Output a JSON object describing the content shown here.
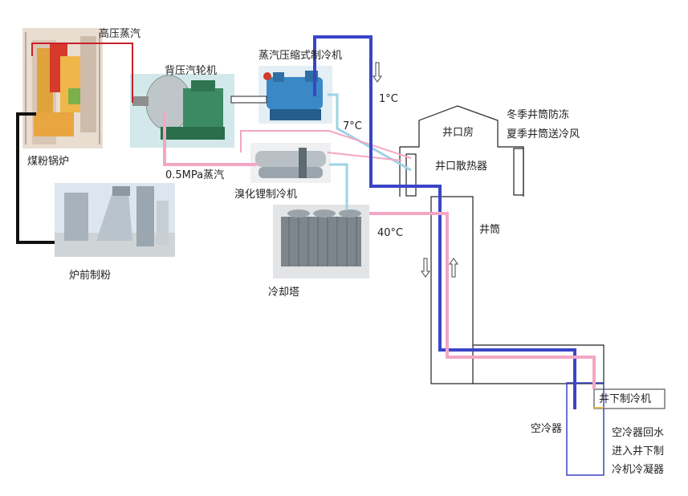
{
  "labels": {
    "high_pressure_steam": "高压蒸汽",
    "coal_boiler": "煤粉锅炉",
    "pulverizing": "炉前制粉",
    "backpressure_turbine": "背压汽轮机",
    "vapor_compression_chiller": "蒸汽压缩式制冷机",
    "steam_05mpa": "0.5MPa蒸汽",
    "libr_chiller": "溴化锂制冷机",
    "cooling_tower": "冷却塔",
    "temp_1c": "1°C",
    "temp_7c": "7°C",
    "temp_40c": "40°C",
    "wellhead_room": "井口房",
    "wellhead_heater": "井口散热器",
    "winter_note": "冬季井筒防冻",
    "summer_note": "夏季井筒送冷风",
    "shaft": "井筒",
    "underground_chiller": "井下制冷机",
    "air_cooler": "空冷器",
    "return_note_1": "空冷器回水",
    "return_note_2": "进入井下制",
    "return_note_3": "冷机冷凝器"
  },
  "colors": {
    "hot_pipe": "#f4a6c4",
    "cold_pipe": "#3b45c7",
    "chilled_pipe": "#9cd3e6",
    "steam_pipe": "#c8202a",
    "coal_pipe": "#111111",
    "outline": "#222222"
  }
}
